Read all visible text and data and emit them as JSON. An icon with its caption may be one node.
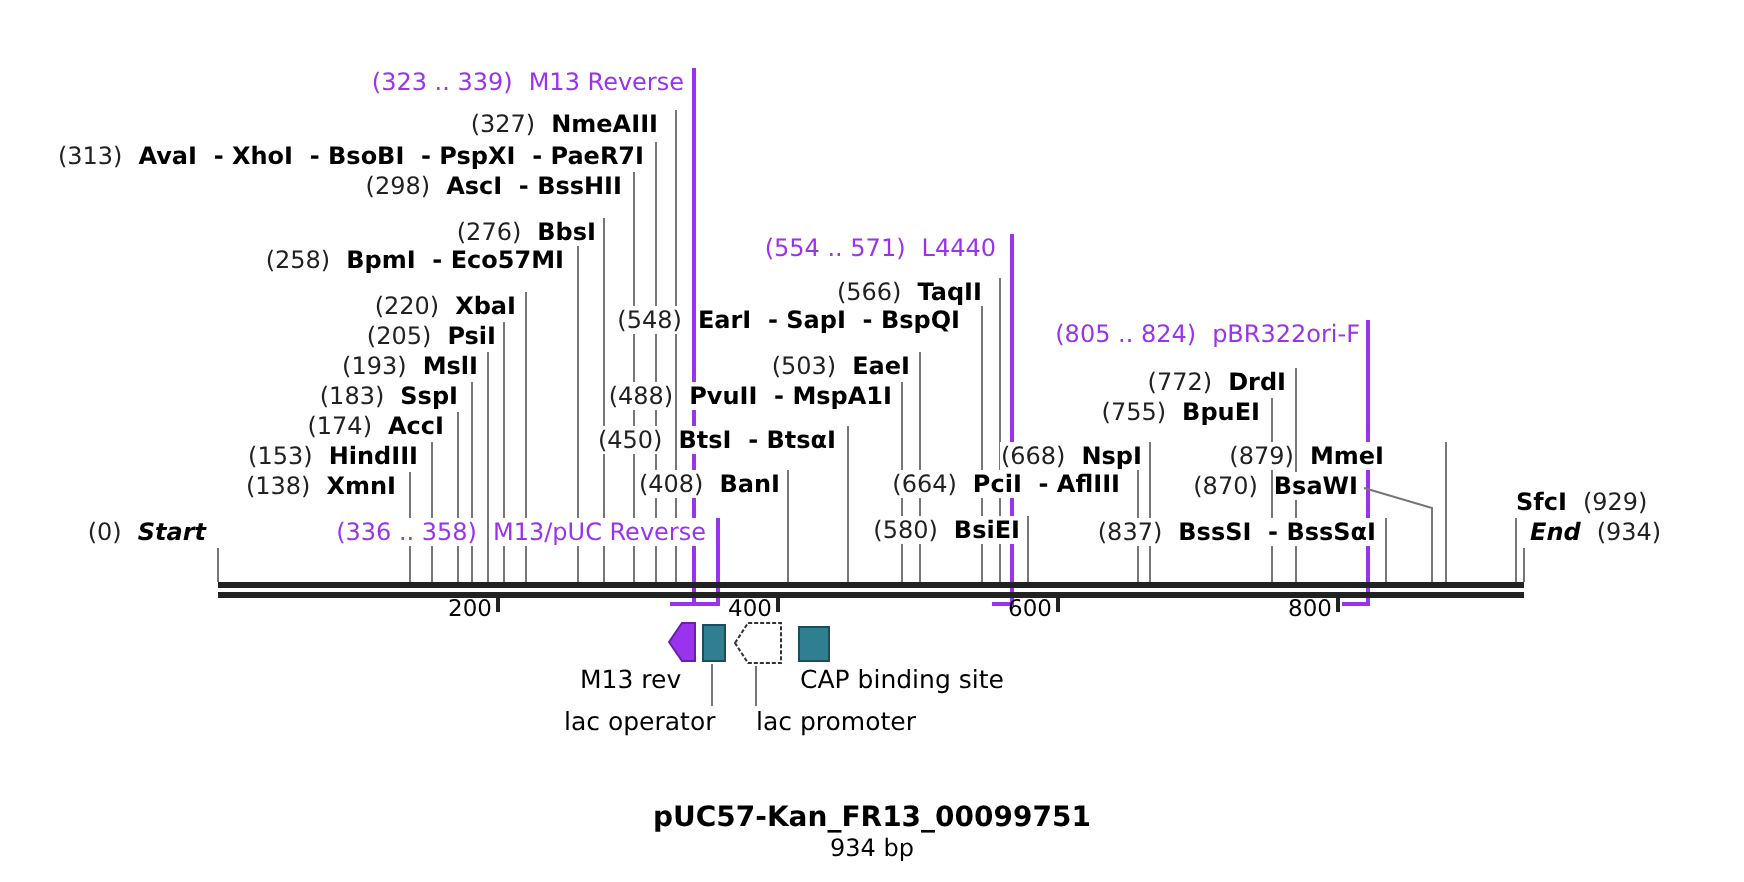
{
  "diagram": {
    "title": "pUC57-Kan_FR13_00099751",
    "caption": "934 bp",
    "nodes": [
      {
        "text": [
          "(323 .. 339)",
          "M13 Reverse"
        ]
      },
      {
        "text": [
          "(327)",
          "NmeAIII"
        ]
      },
      {
        "text": [
          "(313)",
          "AvaI  - XhoI  - BsoBI  - PspXI  - PaeR7I"
        ]
      },
      {
        "text": [
          "(298)",
          "AscI  - BssHII"
        ]
      },
      {
        "text": [
          "(276)",
          "BbsI"
        ]
      },
      {
        "text": [
          "(554 .. 571)",
          "L4440"
        ]
      },
      {
        "text": [
          "(258)",
          "BpmI  - Eco57MI"
        ]
      },
      {
        "text": [
          "(566)",
          "TaqII"
        ]
      },
      {
        "text": [
          "(220)",
          "XbaI"
        ]
      },
      {
        "text": [
          "(548)",
          "EarI  - SapI  - BspQI"
        ]
      },
      {
        "text": [
          "(805 .. 824)",
          "pBR322ori-F"
        ]
      },
      {
        "text": [
          "(205)",
          "PsiI"
        ]
      },
      {
        "text": [
          "(193)",
          "MslI"
        ]
      },
      {
        "text": [
          "(503)",
          "EaeI"
        ]
      },
      {
        "text": [
          "(772)",
          "DrdI"
        ]
      },
      {
        "text": [
          "(183)",
          "SspI"
        ]
      },
      {
        "text": [
          "(488)",
          "PvuII  - MspA1I"
        ]
      },
      {
        "text": [
          "(755)",
          "BpuEI"
        ]
      },
      {
        "text": [
          "(174)",
          "AccI"
        ]
      },
      {
        "text": [
          "(450)",
          "BtsI  - BtsαI"
        ]
      },
      {
        "text": [
          "(153)",
          "HindIII"
        ]
      },
      {
        "text": [
          "(668)",
          "NspI"
        ]
      },
      {
        "text": [
          "(879)",
          "MmeI"
        ]
      },
      {
        "text": [
          "(138)",
          "XmnI"
        ]
      },
      {
        "text": [
          "(408)",
          "BanI"
        ]
      },
      {
        "text": [
          "(664)",
          "PciI  - AflIII"
        ]
      },
      {
        "text": [
          "(870)",
          "BsaWI"
        ]
      },
      {
        "text": [
          "SfcI",
          "(929)"
        ]
      },
      {
        "text": [
          "(0)",
          "Start"
        ]
      },
      {
        "text": [
          "(336 .. 358)",
          "M13/pUC Reverse"
        ]
      },
      {
        "text": [
          "(580)",
          "BsiEI"
        ]
      },
      {
        "text": [
          "(837)",
          "BssSI  - BssSαI"
        ]
      },
      {
        "text": [
          "End",
          "(934)"
        ]
      },
      {
        "text": [],
        "shape": "arrow",
        "beside": [
          "M13 rev"
        ]
      },
      {
        "text": [],
        "shape": "box"
      },
      {
        "text": [],
        "shape": "arrow"
      },
      {
        "text": [],
        "shape": "box",
        "beside": [
          "CAP binding site"
        ]
      },
      {
        "text": [
          "lac operator"
        ]
      },
      {
        "text": [
          "lac promoter"
        ]
      },
      {
        "text": [],
        "shape": "bar"
      }
    ],
    "edges": [
      {
        "from": 0,
        "to": 39,
        "arrow": "none",
        "color": "#9933ee"
      },
      {
        "from": 1,
        "to": 39,
        "arrow": "none"
      },
      {
        "from": 2,
        "to": 39,
        "arrow": "none"
      },
      {
        "from": 3,
        "to": 39,
        "arrow": "none"
      },
      {
        "from": 4,
        "to": 39,
        "arrow": "none"
      },
      {
        "from": 5,
        "to": 39,
        "arrow": "none",
        "color": "#9933ee"
      },
      {
        "from": 6,
        "to": 39,
        "arrow": "none"
      },
      {
        "from": 7,
        "to": 39,
        "arrow": "none"
      },
      {
        "from": 8,
        "to": 39,
        "arrow": "none"
      },
      {
        "from": 9,
        "to": 39,
        "arrow": "none"
      },
      {
        "from": 10,
        "to": 39,
        "arrow": "none",
        "color": "#9933ee"
      },
      {
        "from": 11,
        "to": 39,
        "arrow": "none"
      },
      {
        "from": 12,
        "to": 39,
        "arrow": "none"
      },
      {
        "from": 13,
        "to": 39,
        "arrow": "none"
      },
      {
        "from": 14,
        "to": 39,
        "arrow": "none"
      },
      {
        "from": 15,
        "to": 39,
        "arrow": "none"
      },
      {
        "from": 16,
        "to": 39,
        "arrow": "none"
      },
      {
        "from": 17,
        "to": 39,
        "arrow": "none"
      },
      {
        "from": 18,
        "to": 39,
        "arrow": "none"
      },
      {
        "from": 19,
        "to": 39,
        "arrow": "none"
      },
      {
        "from": 20,
        "to": 39,
        "arrow": "none"
      },
      {
        "from": 21,
        "to": 39,
        "arrow": "none"
      },
      {
        "from": 22,
        "to": 39,
        "arrow": "none"
      },
      {
        "from": 23,
        "to": 39,
        "arrow": "none"
      },
      {
        "from": 24,
        "to": 39,
        "arrow": "none"
      },
      {
        "from": 25,
        "to": 39,
        "arrow": "none"
      },
      {
        "from": 26,
        "to": 39,
        "arrow": "none"
      },
      {
        "from": 27,
        "to": 39,
        "arrow": "none"
      },
      {
        "from": 28,
        "to": 39,
        "arrow": "none"
      },
      {
        "from": 29,
        "to": 39,
        "arrow": "none",
        "color": "#9933ee"
      },
      {
        "from": 30,
        "to": 39,
        "arrow": "none"
      },
      {
        "from": 31,
        "to": 39,
        "arrow": "none"
      },
      {
        "from": 32,
        "to": 39,
        "arrow": "none"
      },
      {
        "from": 37,
        "to": 34,
        "arrow": "none"
      },
      {
        "from": 38,
        "to": 35,
        "arrow": "none"
      }
    ],
    "labels": [
      "200",
      "400",
      "600",
      "800"
    ]
  }
}
